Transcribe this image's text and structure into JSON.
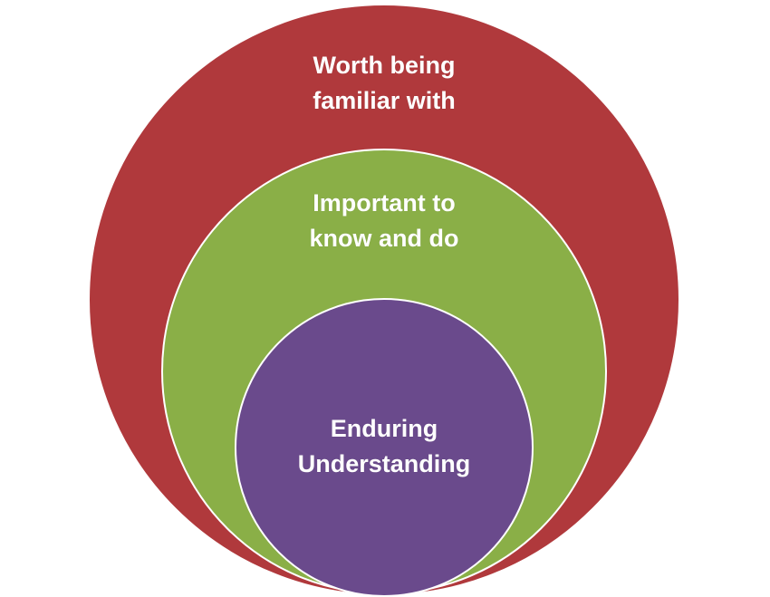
{
  "circles": {
    "outer": {
      "line1": "Worth being",
      "line2": "familiar with",
      "color": "#B0393C"
    },
    "middle": {
      "line1": "Important to",
      "line2": "know and do",
      "color": "#8AAF47"
    },
    "inner": {
      "line1": "Enduring",
      "line2": "Understanding",
      "color": "#6A4A8C"
    }
  }
}
